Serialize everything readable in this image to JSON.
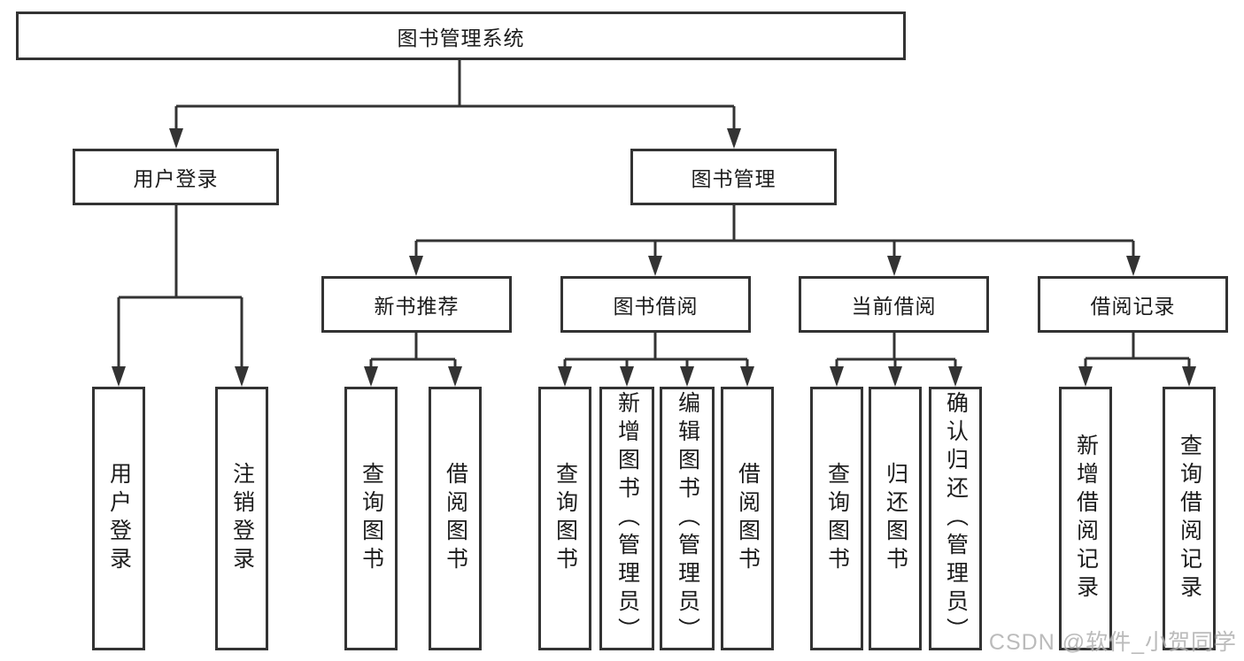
{
  "diagram": {
    "root_label": "图书管理系统",
    "user_login": {
      "label": "用户登录",
      "children": [
        "用户登录",
        "注销登录"
      ]
    },
    "book_management": {
      "label": "图书管理",
      "groups": [
        {
          "label": "新书推荐",
          "children": [
            "查询图书",
            "借阅图书"
          ]
        },
        {
          "label": "图书借阅",
          "children": [
            "查询图书",
            "新增图书（管理员）",
            "编辑图书（管理员）",
            "借阅图书"
          ]
        },
        {
          "label": "当前借阅",
          "children": [
            "查询图书",
            "归还图书",
            "确认归还（管理员）"
          ]
        },
        {
          "label": "借阅记录",
          "children": [
            "新增借阅记录",
            "查询借阅记录"
          ]
        }
      ]
    }
  },
  "watermark": "CSDN @软件_小贺同学",
  "colors": {
    "line": "#333333",
    "text": "#1c1c1c",
    "background": "#ffffff",
    "watermark": "#b0b0b0"
  }
}
